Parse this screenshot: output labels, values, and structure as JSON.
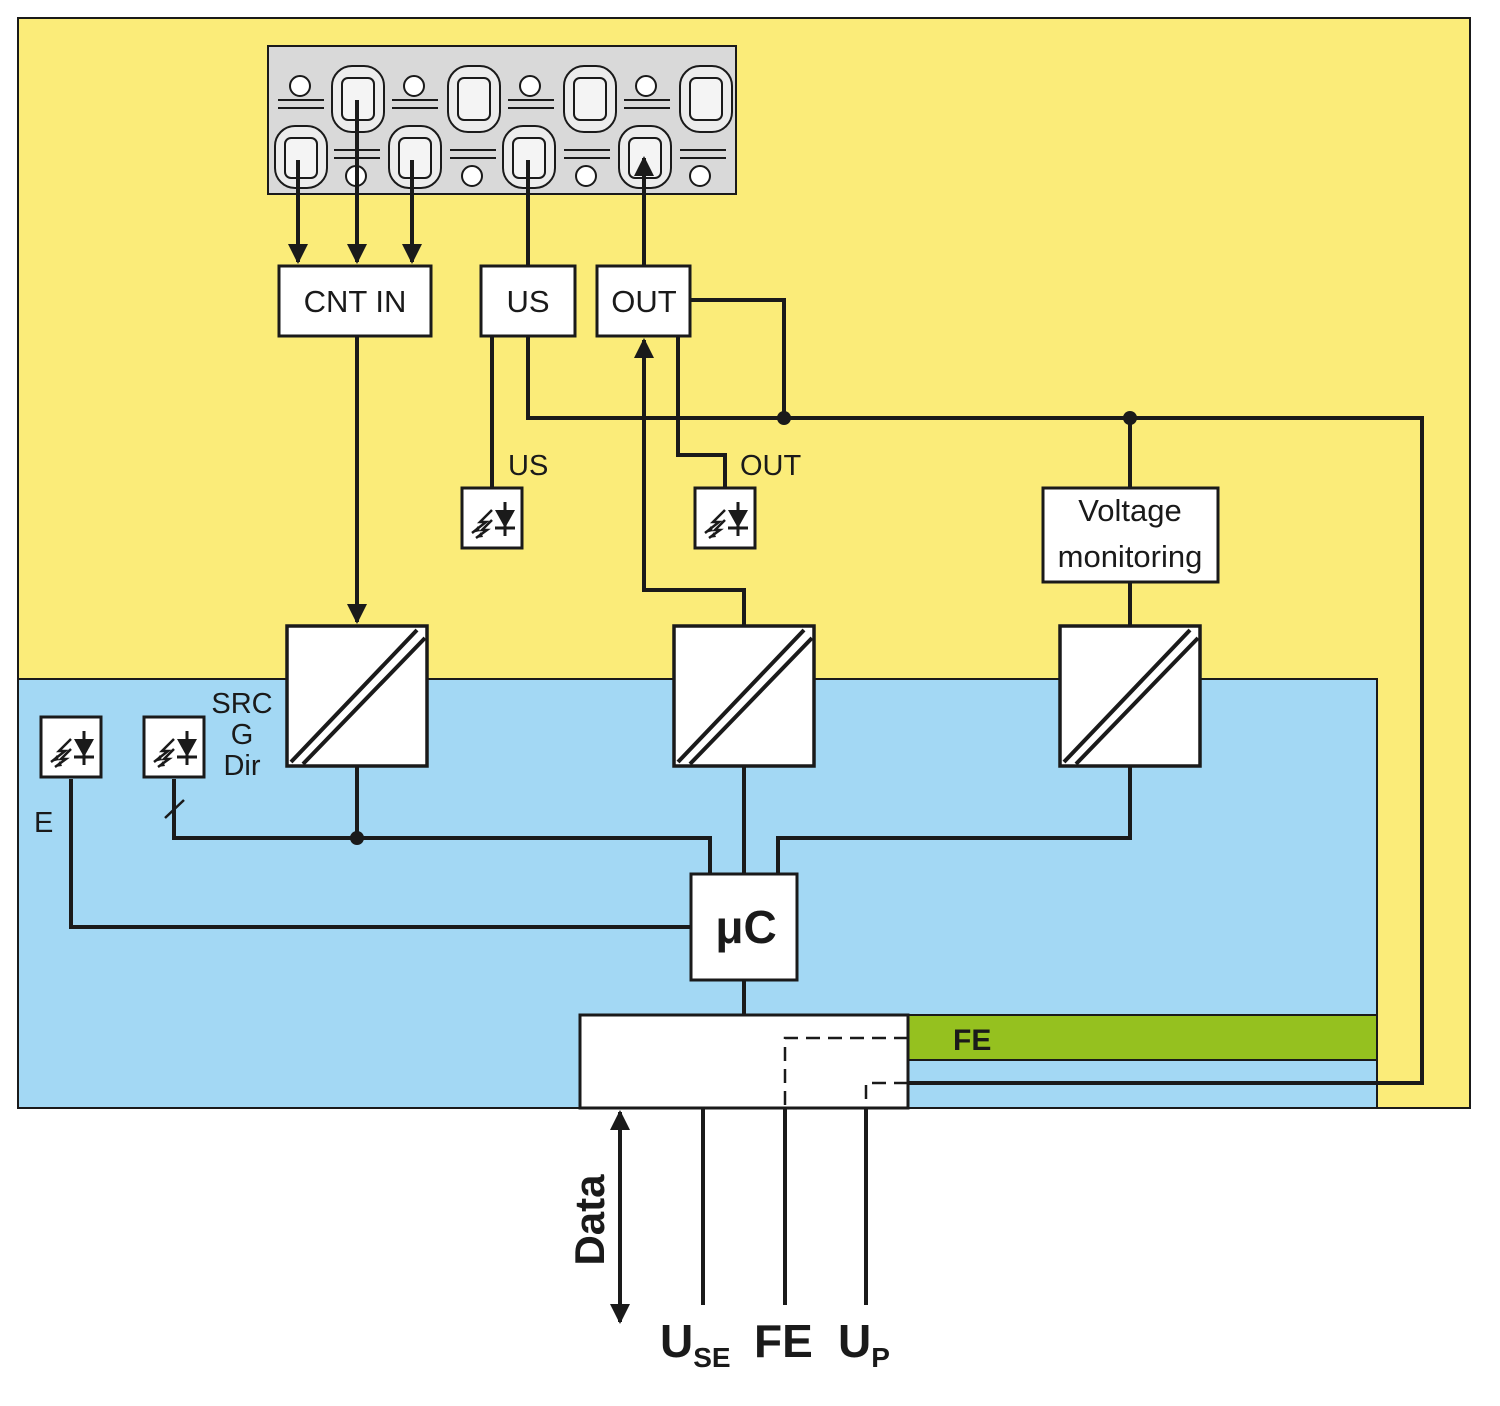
{
  "colors": {
    "io_zone": "#fbec79",
    "logic_zone": "#a3d8f4",
    "fe_bar": "#95c11f",
    "connector": "#d9d9d9",
    "line": "#1a1a1a",
    "box": "#ffffff"
  },
  "blocks": {
    "cnt_in": "CNT IN",
    "us": "US",
    "out": "OUT",
    "voltage_monitoring_line1": "Voltage",
    "voltage_monitoring_line2": "monitoring",
    "microcontroller": "μC",
    "fe_bar": "FE"
  },
  "indicators": {
    "us_led": "US",
    "out_led": "OUT",
    "e_led": "E",
    "src_label": "SRC",
    "g_label": "G",
    "dir_label": "Dir"
  },
  "bus": {
    "data": "Data",
    "use_main": "U",
    "use_sub": "SE",
    "fe": "FE",
    "up_main": "U",
    "up_sub": "P"
  },
  "icons": [
    "led-diode-icon",
    "isolator-icon",
    "arrow-icon"
  ]
}
